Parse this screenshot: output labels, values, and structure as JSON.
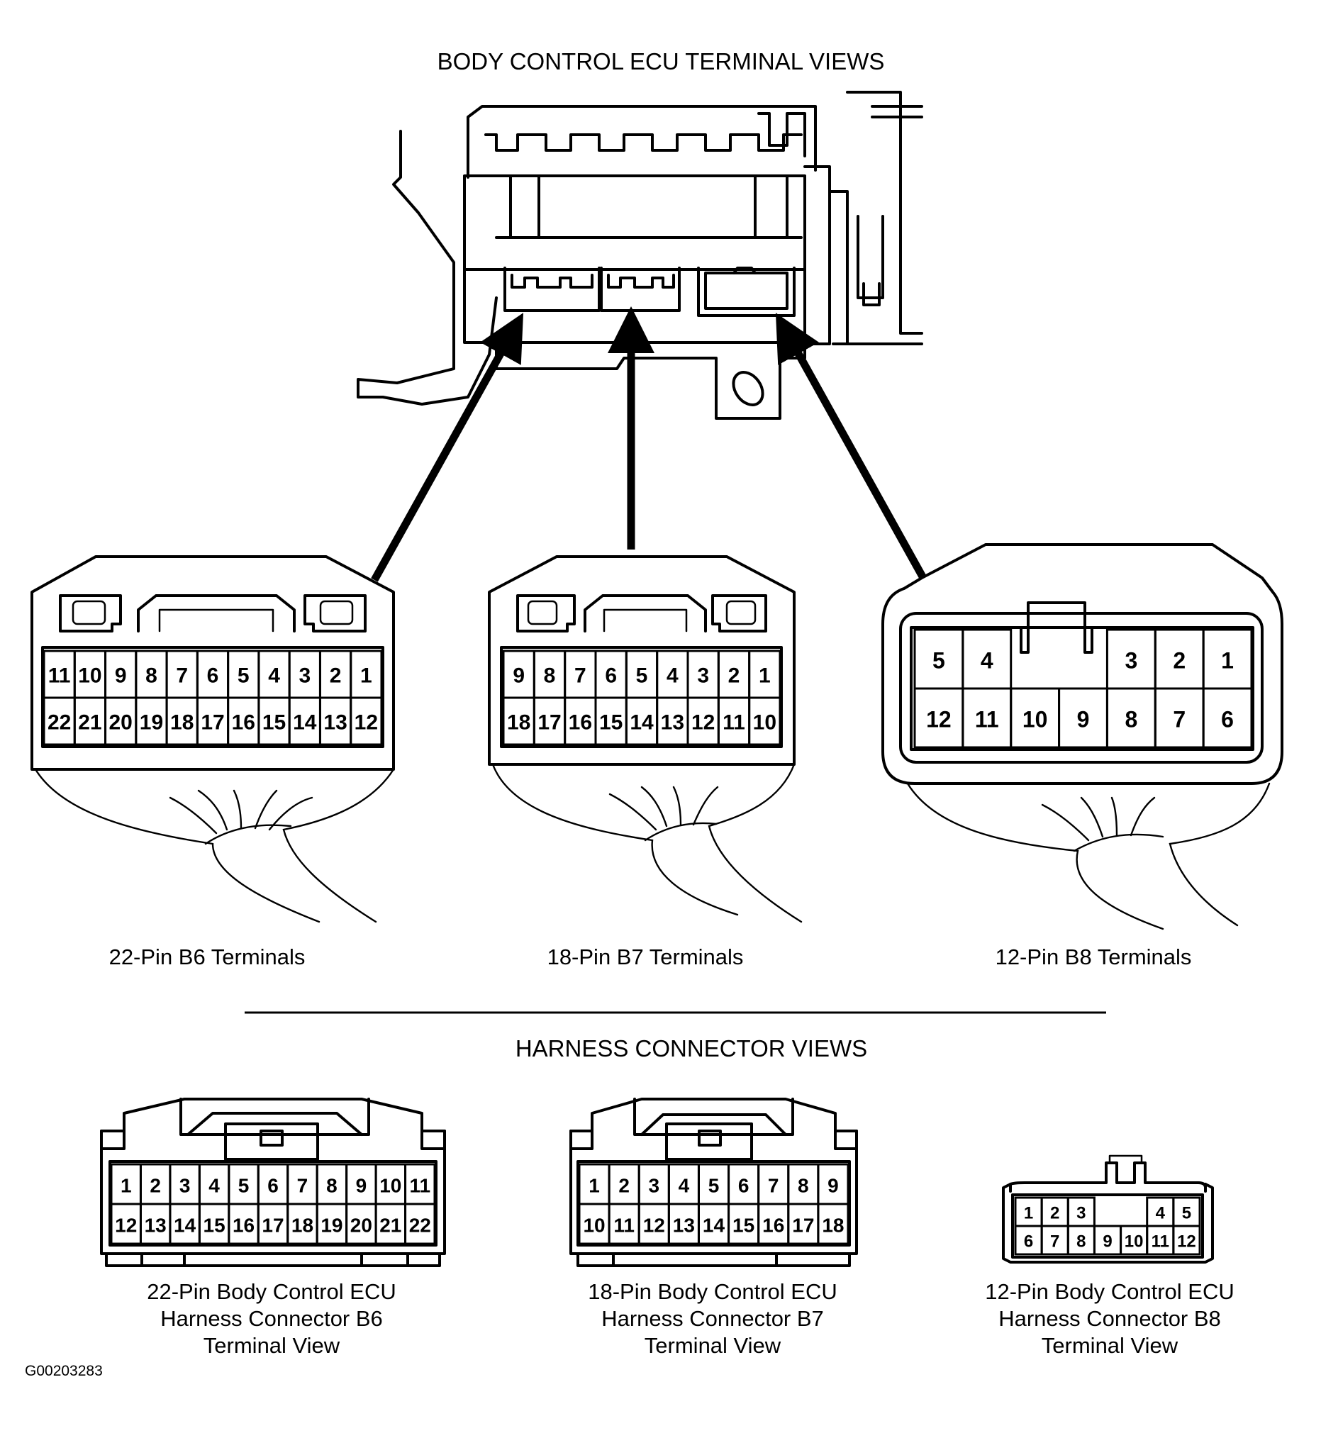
{
  "top_title": "BODY CONTROL ECU TERMINAL VIEWS",
  "bottom_title": "HARNESS CONNECTOR VIEWS",
  "figure_id": "G00203283",
  "ecu_connectors": [
    {
      "name": "B6",
      "label": "22-Pin B6 Terminals",
      "rows": [
        [
          "11",
          "10",
          "9",
          "8",
          "7",
          "6",
          "5",
          "4",
          "3",
          "2",
          "1"
        ],
        [
          "22",
          "21",
          "20",
          "19",
          "18",
          "17",
          "16",
          "15",
          "14",
          "13",
          "12"
        ]
      ]
    },
    {
      "name": "B7",
      "label": "18-Pin B7 Terminals",
      "rows": [
        [
          "9",
          "8",
          "7",
          "6",
          "5",
          "4",
          "3",
          "2",
          "1"
        ],
        [
          "18",
          "17",
          "16",
          "15",
          "14",
          "13",
          "12",
          "11",
          "10"
        ]
      ]
    },
    {
      "name": "B8",
      "label": "12-Pin B8 Terminals",
      "rows": [
        [
          "5",
          "4",
          "",
          "",
          "3",
          "2",
          "1"
        ],
        [
          "12",
          "11",
          "10",
          "9",
          "8",
          "7",
          "6"
        ]
      ]
    }
  ],
  "harness_connectors": [
    {
      "name": "B6",
      "label": [
        "22-Pin Body Control ECU",
        "Harness Connector B6",
        "Terminal View"
      ],
      "rows": [
        [
          "1",
          "2",
          "3",
          "4",
          "5",
          "6",
          "7",
          "8",
          "9",
          "10",
          "11"
        ],
        [
          "12",
          "13",
          "14",
          "15",
          "16",
          "17",
          "18",
          "19",
          "20",
          "21",
          "22"
        ]
      ]
    },
    {
      "name": "B7",
      "label": [
        "18-Pin Body Control ECU",
        "Harness Connector B7",
        "Terminal View"
      ],
      "rows": [
        [
          "1",
          "2",
          "3",
          "4",
          "5",
          "6",
          "7",
          "8",
          "9"
        ],
        [
          "10",
          "11",
          "12",
          "13",
          "14",
          "15",
          "16",
          "17",
          "18"
        ]
      ]
    },
    {
      "name": "B8",
      "label": [
        "12-Pin Body Control ECU",
        "Harness Connector B8",
        "Terminal View"
      ],
      "rows": [
        [
          "1",
          "2",
          "3",
          "",
          "",
          "4",
          "5"
        ],
        [
          "6",
          "7",
          "8",
          "9",
          "10",
          "11",
          "12"
        ]
      ]
    }
  ]
}
